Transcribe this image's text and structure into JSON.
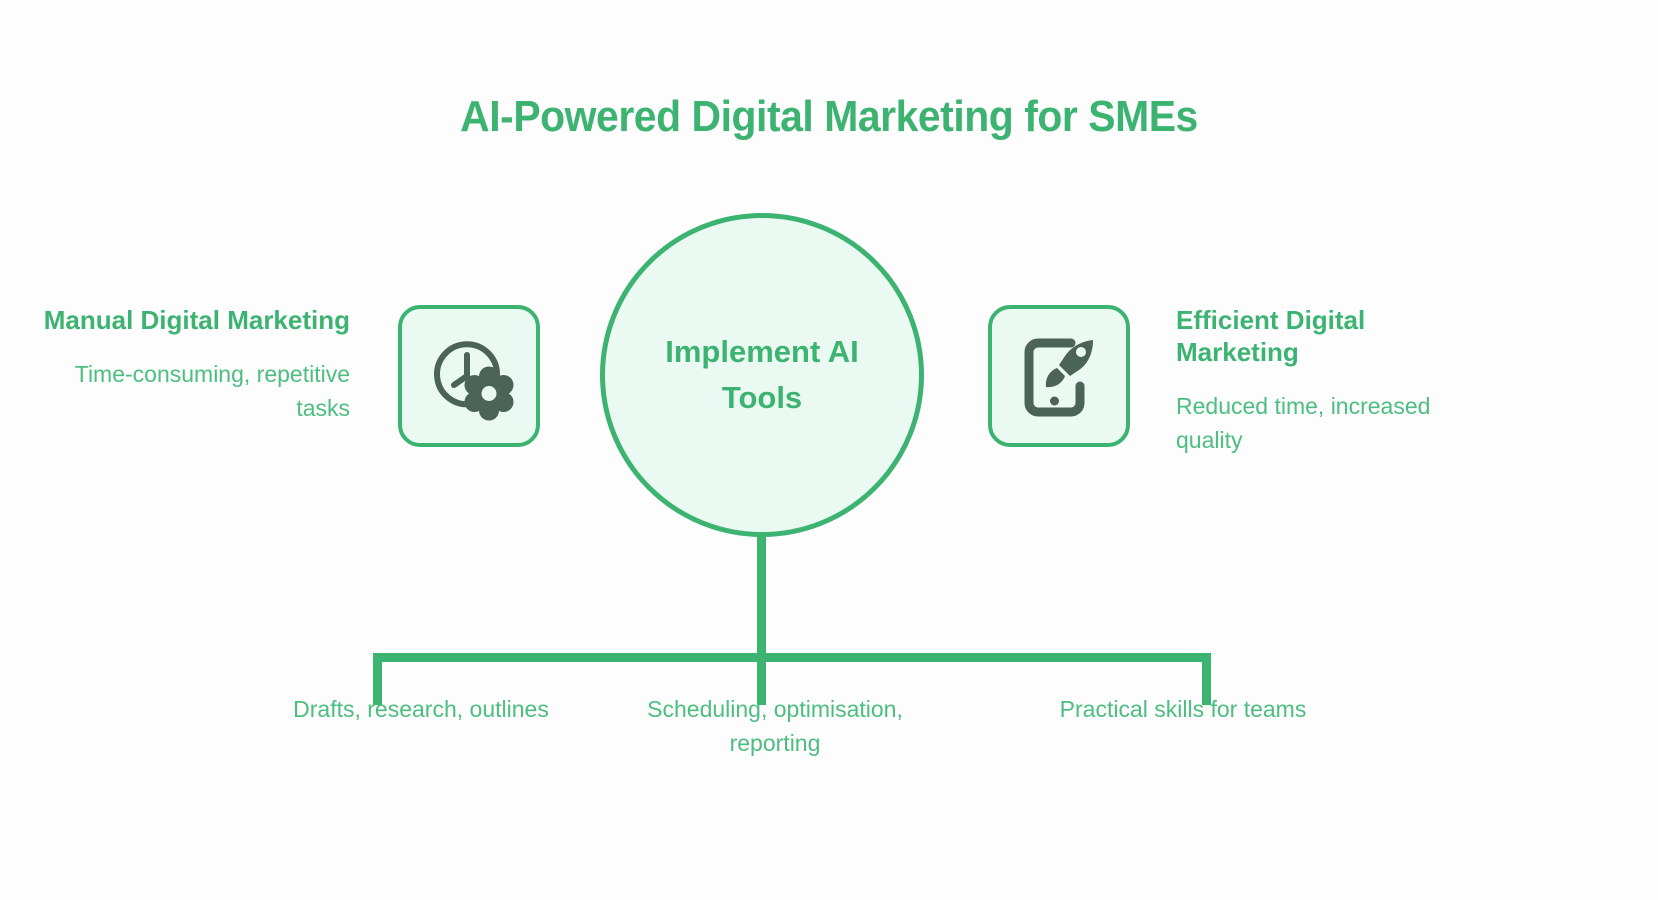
{
  "diagram": {
    "title": "AI-Powered Digital Marketing for SMEs",
    "colors": {
      "accent_green": "#3CB371",
      "light_green_text": "#4CBE80",
      "mint_fill": "#EAF9F1",
      "icon_dark": "#4C6358",
      "background": "#FDFDFD"
    },
    "center": {
      "label": "Implement AI Tools",
      "icon": "circle-node"
    },
    "left": {
      "heading": "Manual Digital Marketing",
      "description": "Time-consuming, repetitive tasks",
      "icon": "clock-gear-icon"
    },
    "right": {
      "heading": "Efficient Digital Marketing",
      "description": "Reduced time, increased quality",
      "icon": "mobile-rocket-icon"
    },
    "branches": [
      {
        "label": "Drafts, research, outlines"
      },
      {
        "label": "Scheduling, optimisation, reporting"
      },
      {
        "label": "Practical skills for teams"
      }
    ]
  }
}
